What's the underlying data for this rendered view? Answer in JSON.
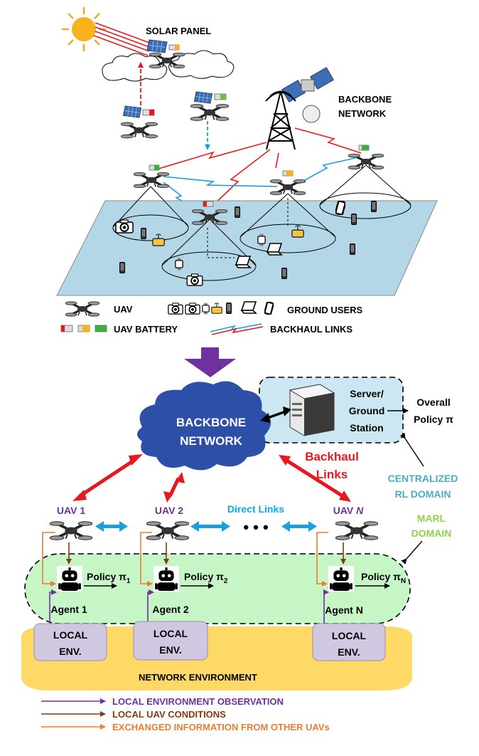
{
  "top": {
    "solar_panel": "SOLAR PANEL",
    "backbone_line1": "BACKBONE",
    "backbone_line2": "NETWORK"
  },
  "legend_top": {
    "uav": "UAV",
    "ground_users": "GROUND USERS",
    "uav_battery": "UAV BATTERY",
    "backhaul_links": "BACKHAUL LINKS"
  },
  "bottom": {
    "cloud_line1": "BACKBONE",
    "cloud_line2": "NETWORK",
    "server_line1": "Server/",
    "server_line2": "Ground",
    "server_line3": "Station",
    "overall_policy_line1": "Overall",
    "overall_policy_line2": "Policy π",
    "backhaul_line1": "Backhaul",
    "backhaul_line2": "Links",
    "centralized_line1": "CENTRALIZED",
    "centralized_line2": "RL DOMAIN",
    "marl_line1": "MARL",
    "marl_line2": "DOMAIN",
    "direct_links": "Direct Links",
    "dots": "• • •",
    "uavs": [
      {
        "label": "UAV 1"
      },
      {
        "label": "UAV 2"
      },
      {
        "label_prefix": "UAV ",
        "label_n": "N"
      }
    ],
    "agents": [
      {
        "label": "Agent 1",
        "policy": "Policy π",
        "sub": "1"
      },
      {
        "label": "Agent 2",
        "policy": "Policy π",
        "sub": "2"
      },
      {
        "label": "Agent N",
        "policy": "Policy π",
        "sub": "N"
      }
    ],
    "local_env_line1": "LOCAL",
    "local_env_line2": "ENV.",
    "network_environment": "NETWORK ENVIRONMENT"
  },
  "legend_bottom": [
    {
      "label": "LOCAL ENVIRONMENT OBSERVATION",
      "color": "#7030A0"
    },
    {
      "label": "LOCAL UAV CONDITIONS",
      "color": "#843C0C"
    },
    {
      "label": "EXCHANGED INFORMATION FROM OTHER UAVs",
      "color": "#ED7D31"
    }
  ],
  "colors": {
    "cloud": "#2E4FA8",
    "red_link": "#E8191E",
    "blue_link": "#1AA0E0",
    "marl_fill": "#C6F5C6",
    "server_fill": "#CBE8F2",
    "env_fill": "#FFD966",
    "local_env_fill": "#D0C8E0",
    "uav_label": "#7030A0",
    "direct_links": "#00B0F0",
    "centralized": "#4BACC6",
    "marl": "#92D050",
    "backhaul_text": "#E8191E",
    "ground": "#B4D7E8"
  }
}
